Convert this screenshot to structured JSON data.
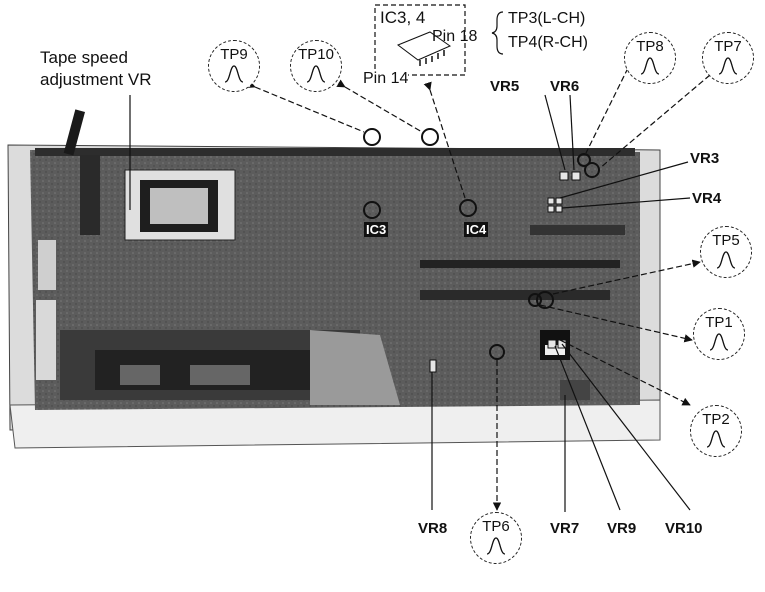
{
  "labels": {
    "tape_speed": "Tape speed",
    "adjustment": "adjustment VR",
    "ic_label": "IC3, 4",
    "pin18": "Pin 18",
    "pin14": "Pin 14",
    "tp3": "TP3(L-CH)",
    "tp4": "TP4(R-CH)",
    "ic3_chip": "IC3",
    "ic4_chip": "IC4"
  },
  "test_points": {
    "tp9": "TP9",
    "tp10": "TP10",
    "tp8": "TP8",
    "tp7": "TP7",
    "tp5": "TP5",
    "tp1": "TP1",
    "tp2": "TP2",
    "tp6": "TP6"
  },
  "controls": {
    "vr5": "VR5",
    "vr6": "VR6",
    "vr3": "VR3",
    "vr4": "VR4",
    "vr8": "VR8",
    "vr7": "VR7",
    "vr9": "VR9",
    "vr10": "VR10"
  },
  "colors": {
    "line": "#111111",
    "board": "#5a5a5a",
    "board_dark": "#2e2e2e",
    "frame": "#e8e8e8"
  }
}
